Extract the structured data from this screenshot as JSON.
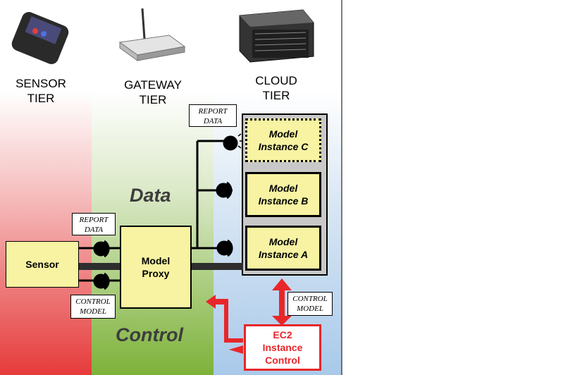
{
  "tiers": {
    "sensor": "SENSOR\nTIER",
    "gateway": "GATEWAY\nTIER",
    "cloud": "CLOUD\nTIER"
  },
  "sections": {
    "data": "Data",
    "control": "Control"
  },
  "boxes": {
    "sensor": "Sensor",
    "model_proxy": "Model\nProxy",
    "instance_c": "Model\nInstance C",
    "instance_b": "Model\nInstance B",
    "instance_a": "Model\nInstance A",
    "ec2": "EC2\nInstance\nControl"
  },
  "notes": {
    "report_data_top": "REPORT\nDATA",
    "report_data_left": "REPORT\nDATA",
    "control_model_left": "CONTROL\nMODEL",
    "control_model_right": "CONTROL\nMODEL"
  },
  "colors": {
    "sensor_zone": "#e63b3b",
    "gateway_zone": "#7db23a",
    "cloud_zone": "#a9c9ea",
    "box_fill": "#f7f3a2",
    "control_arrow": "#e8262a"
  }
}
